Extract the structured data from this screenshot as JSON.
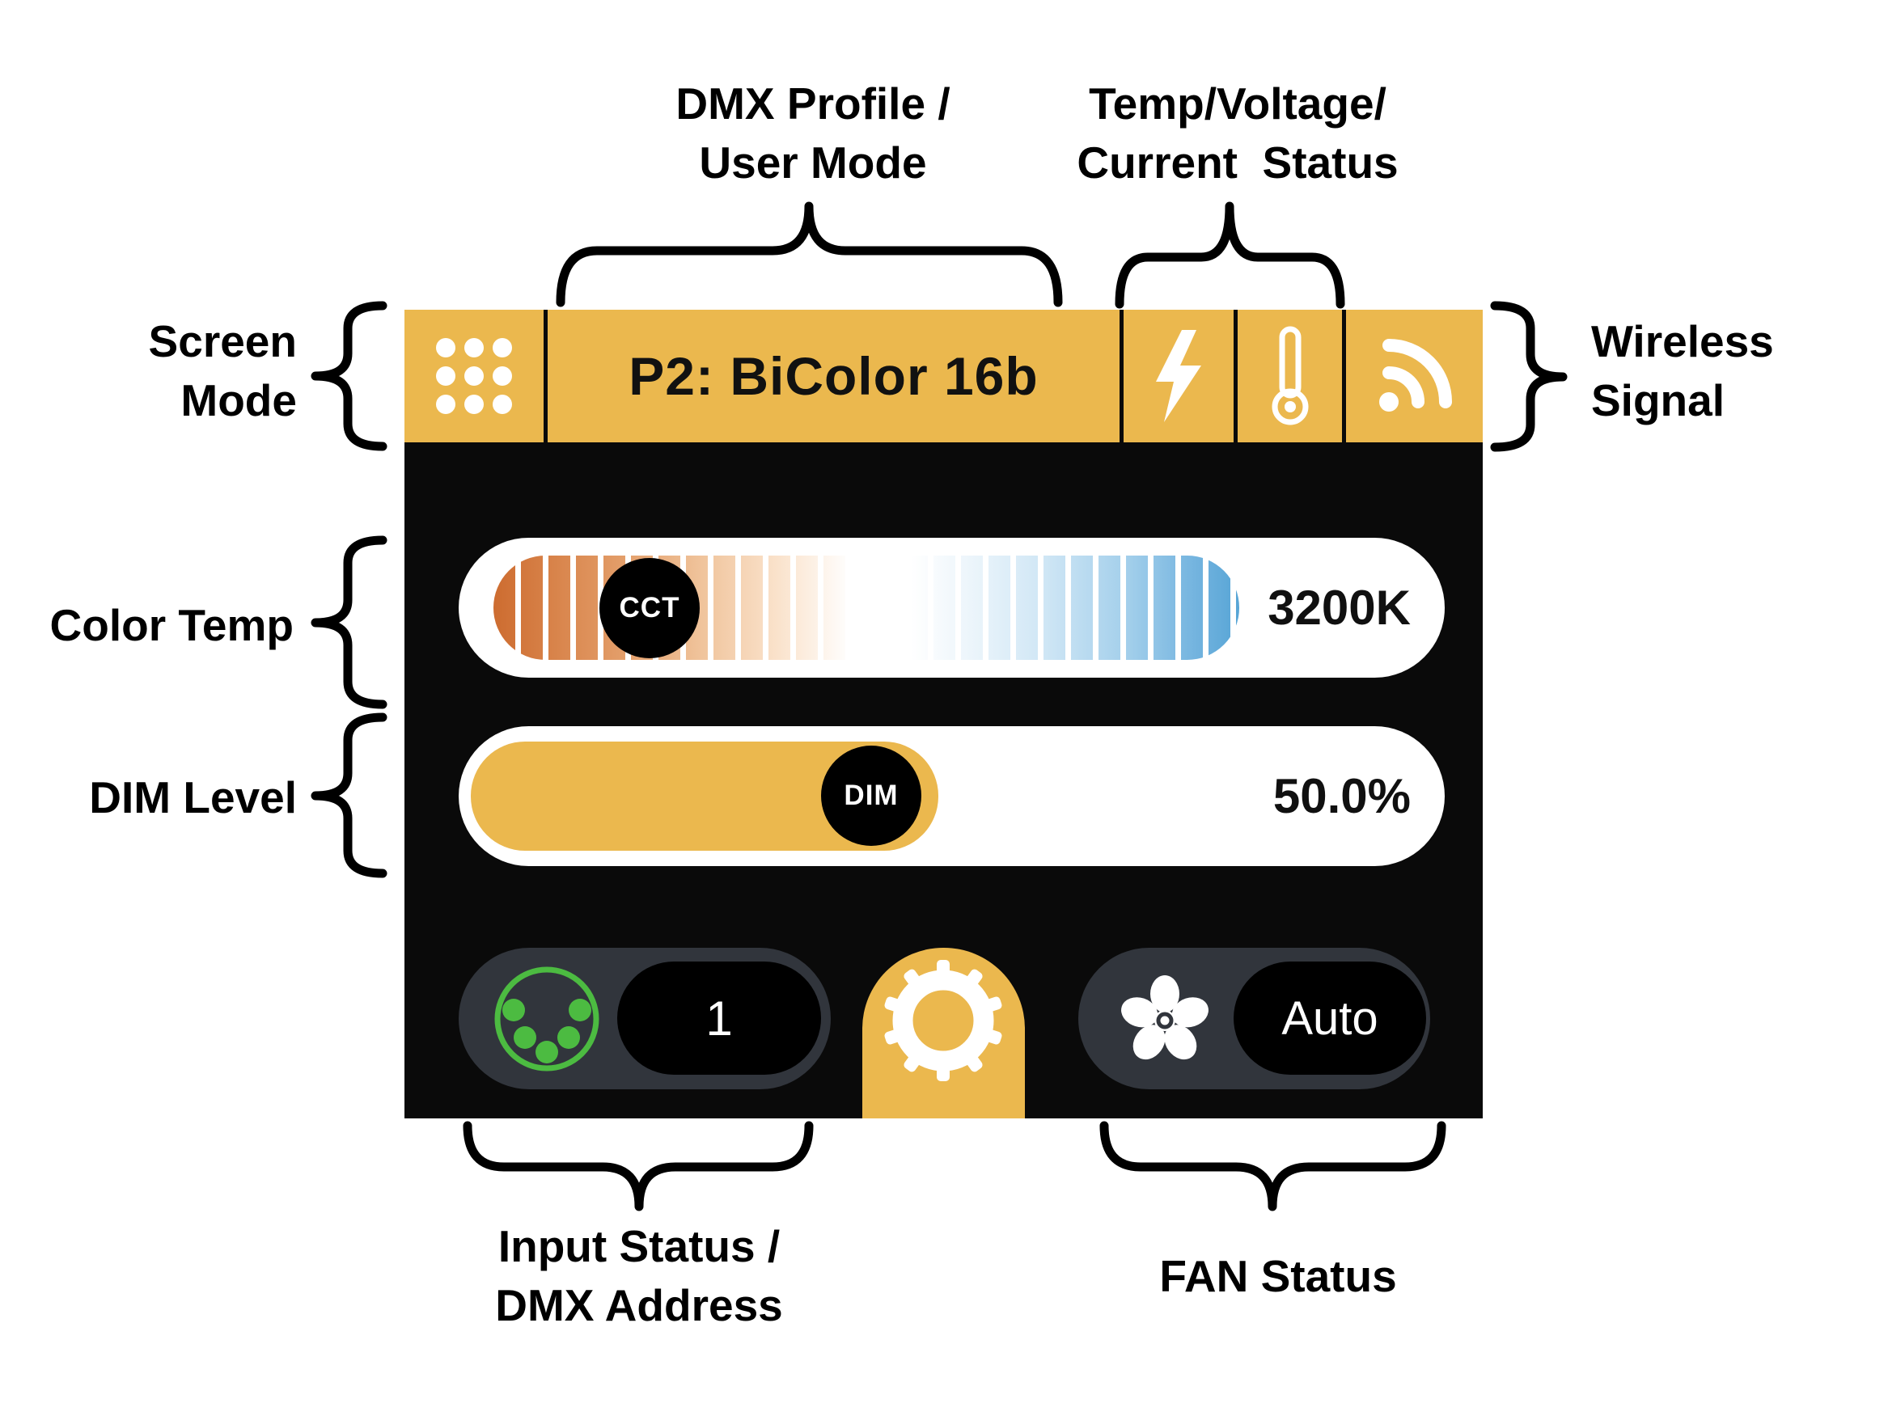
{
  "annotations": {
    "dmx_profile": "DMX Profile /\nUser Mode",
    "temp_status": "Temp/Voltage/\nCurrent  Status",
    "screen_mode": "Screen\nMode",
    "wireless_signal": "Wireless\nSignal",
    "color_temp": "Color Temp",
    "dim_level": "DIM Level",
    "input_status": "Input Status /\nDMX Address",
    "fan_status": "FAN Status"
  },
  "screen": {
    "header": {
      "title": "P2: BiColor 16b",
      "status_icons": [
        "lightning-bolt",
        "thermometer",
        "wireless-signal"
      ],
      "mode_icon": "grid-3x3"
    },
    "cct": {
      "label": "CCT",
      "value": "3200K",
      "knob_position_pct": 19
    },
    "dim": {
      "label": "DIM",
      "value": "50.0%",
      "level_pct": 50
    },
    "dmx_address": "1",
    "fan_mode": "Auto",
    "icons": {
      "input_connector": "dmx-5pin-connector",
      "settings": "gear",
      "fan": "fan-blades"
    },
    "colors": {
      "accent_yellow": "#EBB84E",
      "screen_black": "#0A0A0A",
      "pill_dark": "#31353C",
      "connector_green": "#4CBB41",
      "cct_warm_end": "#CD6C30",
      "cct_cool_end": "#57A5D6"
    }
  }
}
